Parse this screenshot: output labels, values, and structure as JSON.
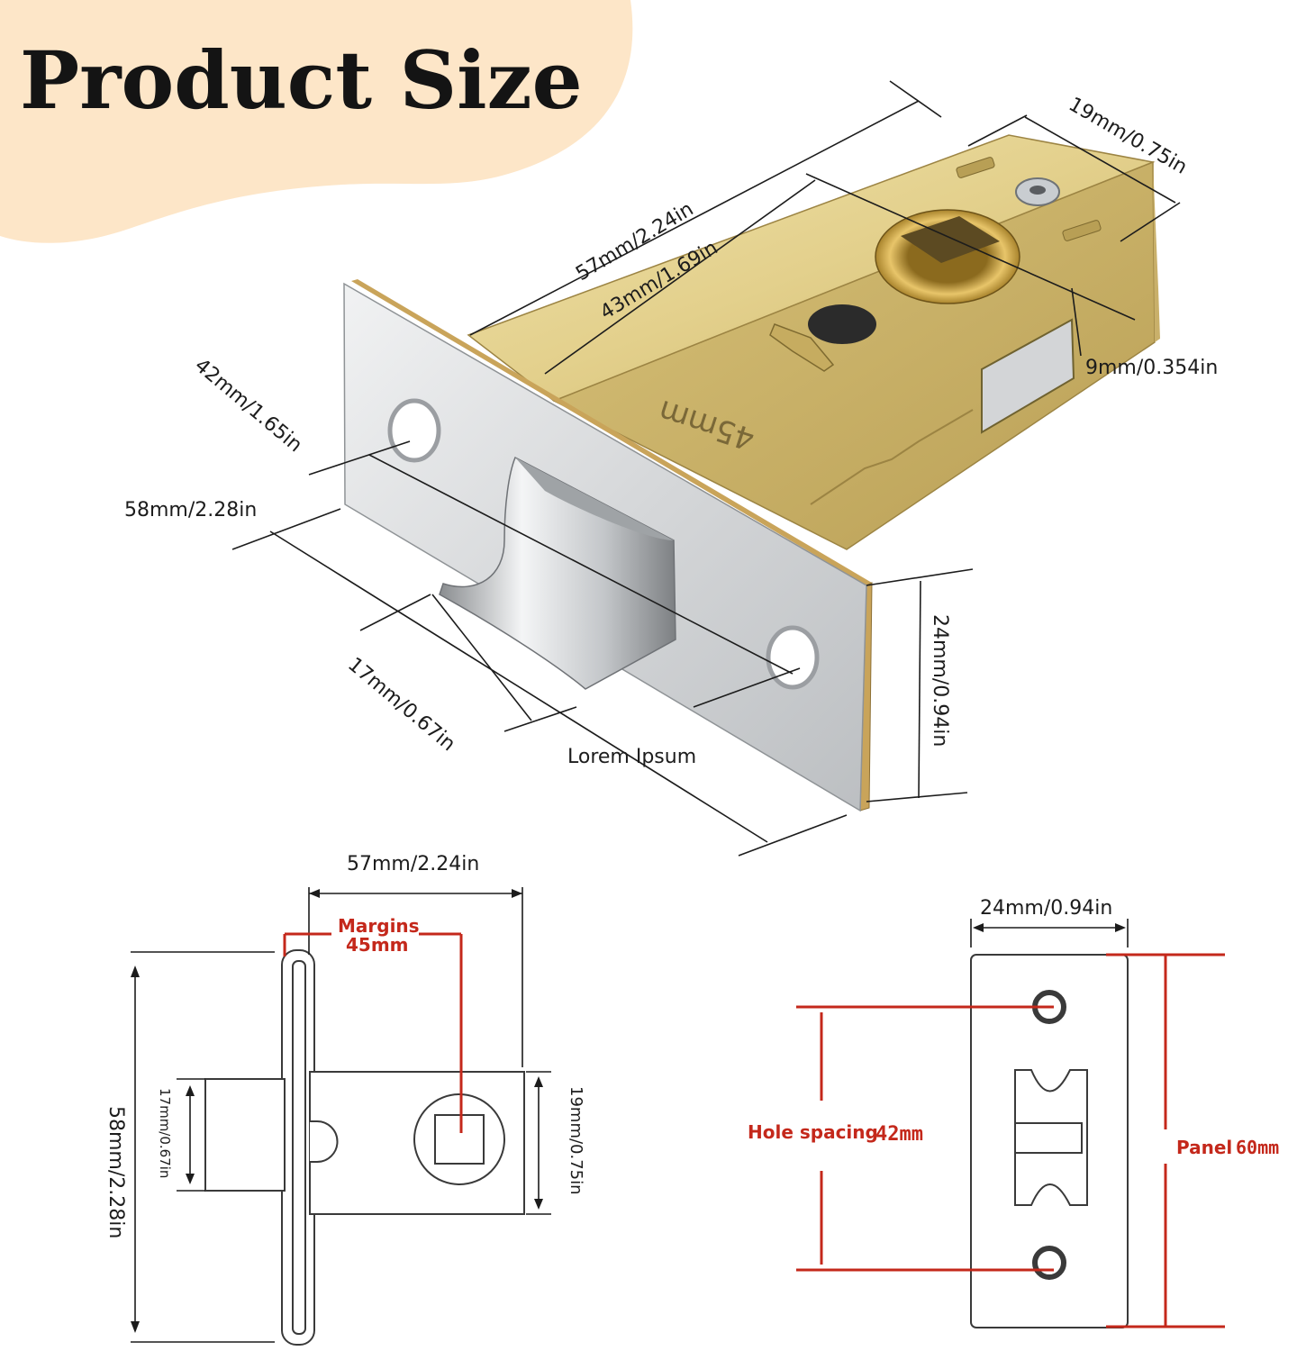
{
  "header": {
    "title": "Product Size"
  },
  "iso_view": {
    "dims": {
      "backset_length": "57mm/2.24in",
      "case_length": "43mm/1.69in",
      "case_width": "19mm/0.75in",
      "spindle": "9mm/0.354in",
      "hole_spacing": "42mm/1.65in",
      "panel_length": "58mm/2.28in",
      "latch_width": "17mm/0.67in",
      "panel_width": "24mm/0.94in"
    },
    "case_stamp": "45mm",
    "caption": "Lorem Ipsum"
  },
  "side_view": {
    "length": "57mm/2.24in",
    "margins_label": "Margins",
    "margins_value": "45mm",
    "height": "58mm/2.28in",
    "latch": "17mm/0.67in",
    "case": "19mm/0.75in"
  },
  "front_view": {
    "width": "24mm/0.94in",
    "hole_label": "Hole spacing",
    "hole_value": "42mm",
    "panel_label": "Panel",
    "panel_value": "60mm"
  },
  "colors": {
    "accent_red": "#c4281b",
    "banner": "#fde6c8",
    "brass": "#d9c27e",
    "steel": "#c9cccf"
  }
}
